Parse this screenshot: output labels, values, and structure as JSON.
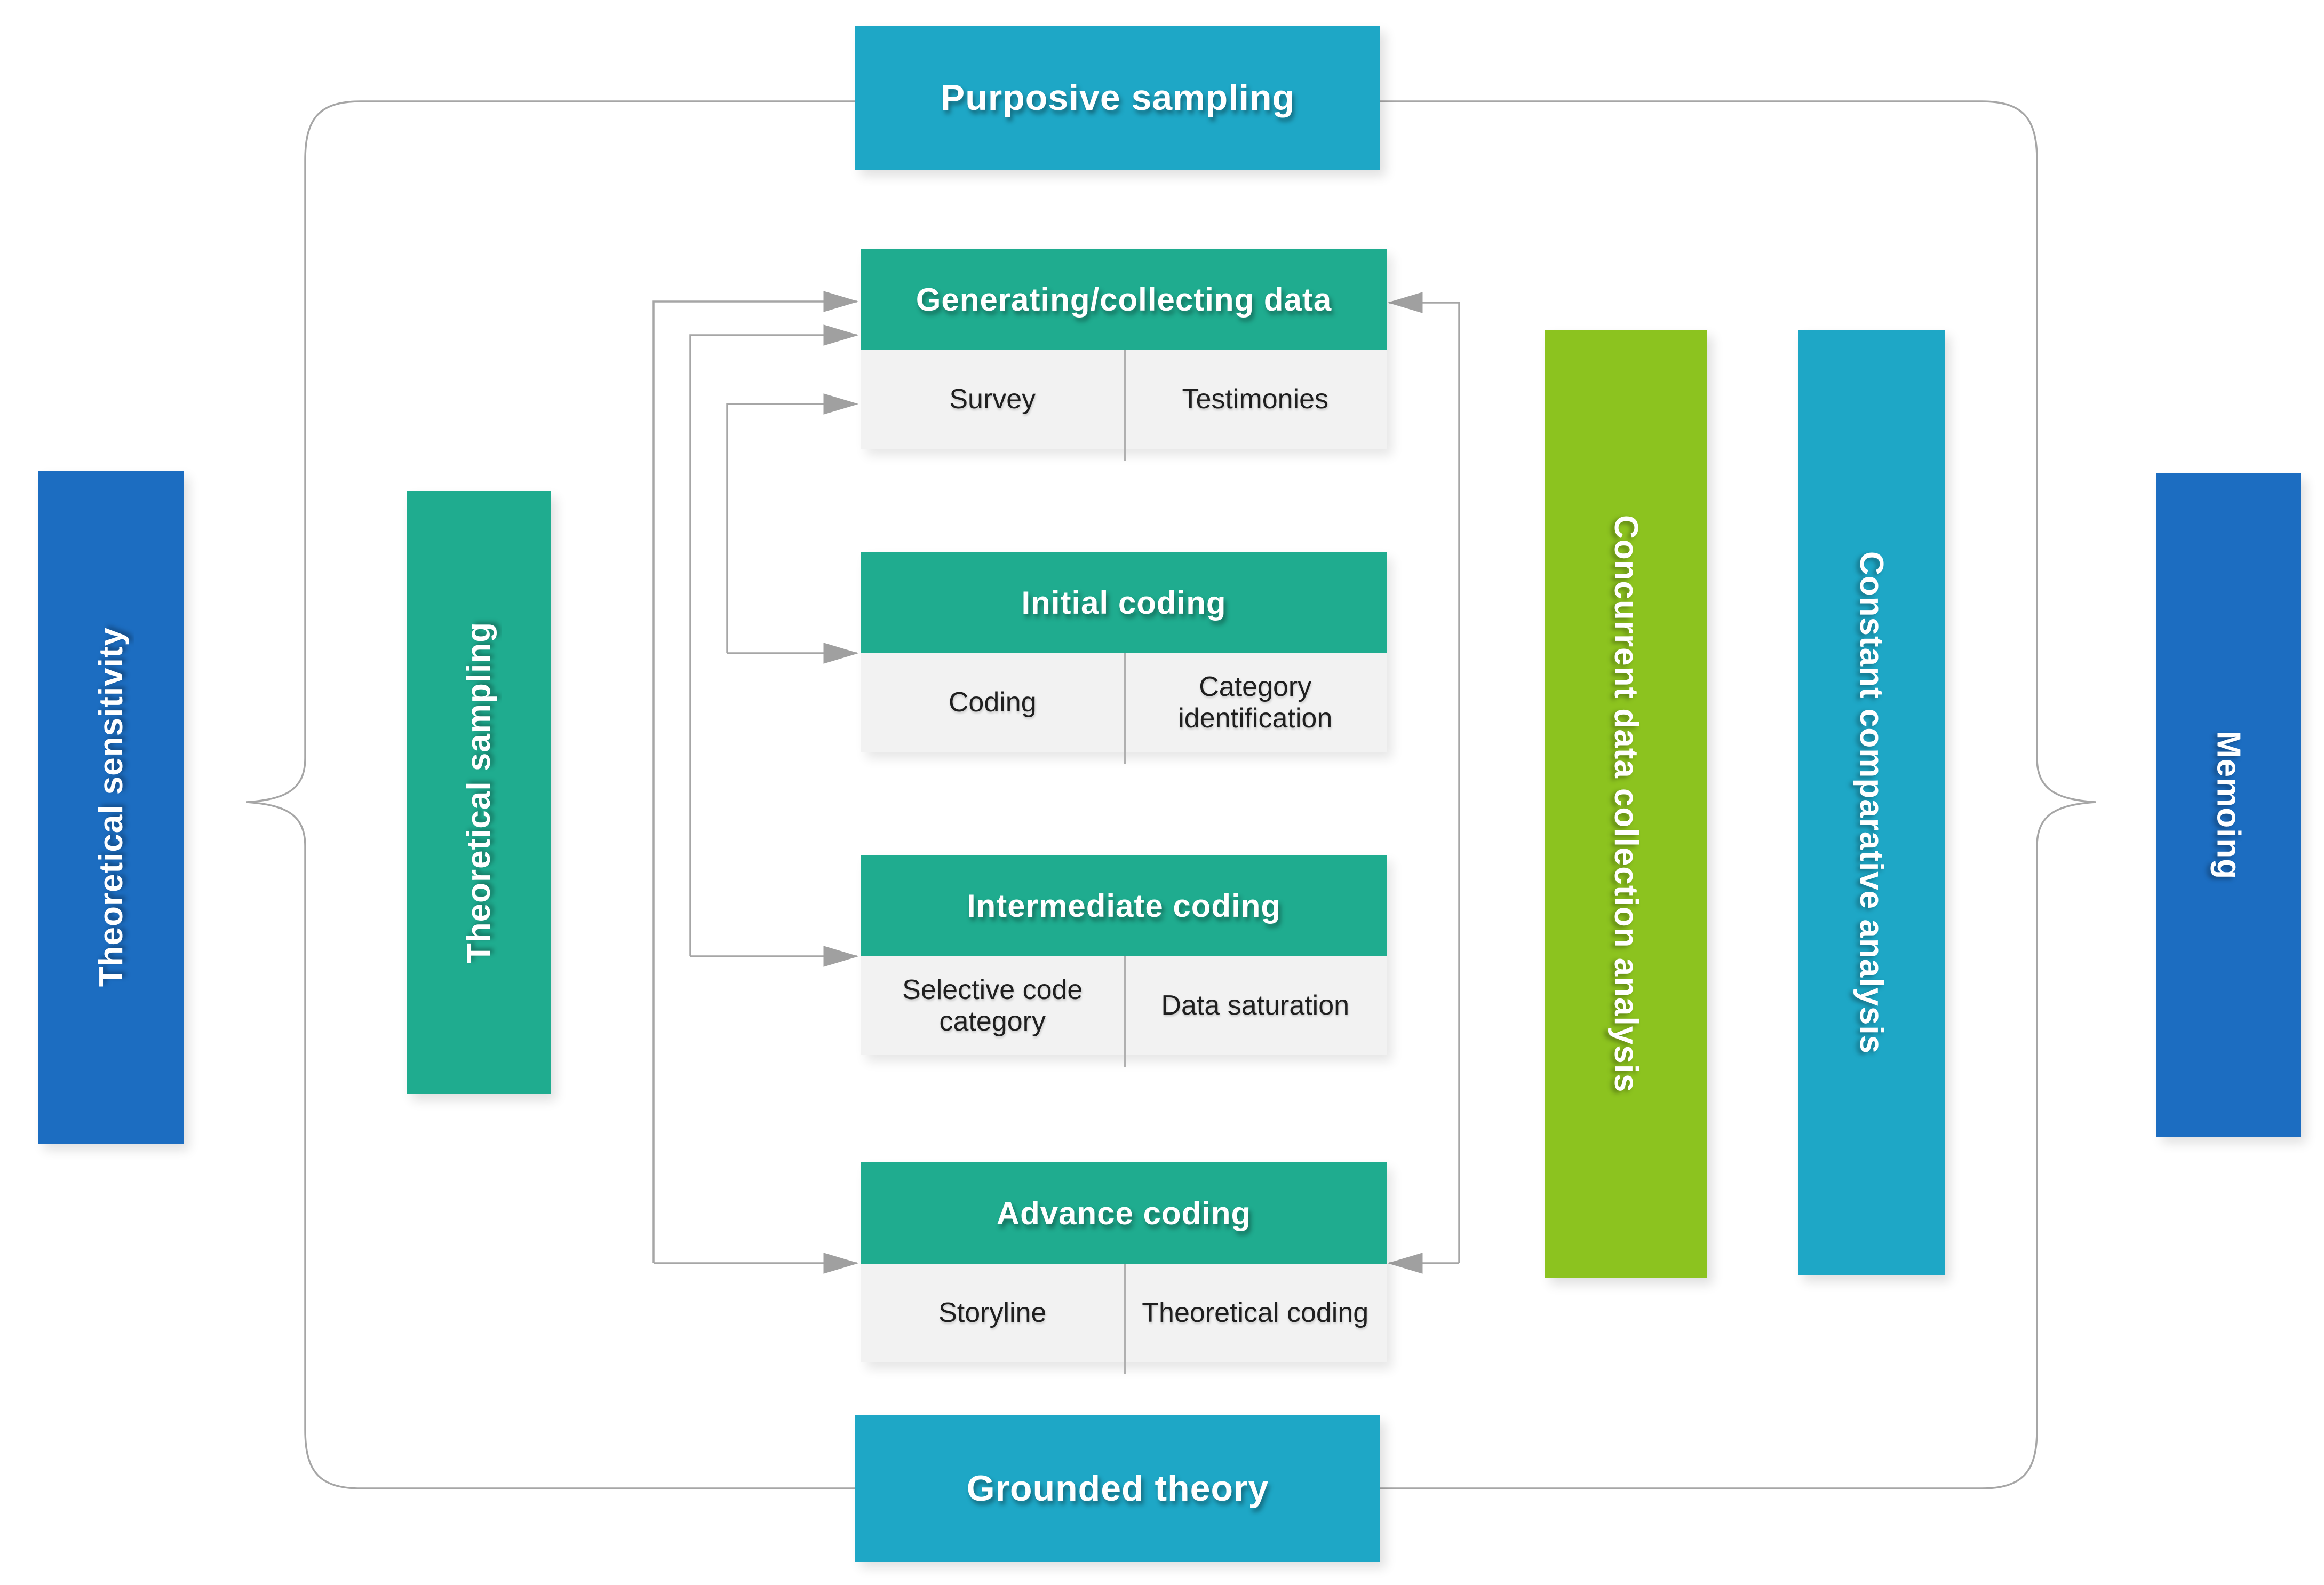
{
  "top_banner": {
    "label": "Purposive sampling"
  },
  "bottom_banner": {
    "label": "Grounded theory"
  },
  "side_bars": {
    "theoretical_sensitivity": {
      "label": "Theoretical sensitivity",
      "color": "#1c6dc1"
    },
    "theoretical_sampling": {
      "label": "Theoretical sampling",
      "color": "#1fac8f"
    },
    "concurrent": {
      "label": "Concurrent data collection analysis",
      "color": "#8cc31f"
    },
    "constant_comparative": {
      "label": "Constant comparative analysis",
      "color": "#1ea7c6"
    },
    "memoing": {
      "label": "Memoing",
      "color": "#1c6dc1"
    }
  },
  "stages": [
    {
      "title": "Generating/collecting data",
      "cells": [
        "Survey",
        "Testimonies"
      ]
    },
    {
      "title": "Initial coding",
      "cells": [
        "Coding",
        "Category identification"
      ]
    },
    {
      "title": "Intermediate coding",
      "cells": [
        "Selective code category",
        "Data saturation"
      ]
    },
    {
      "title": "Advance coding",
      "cells": [
        "Storyline",
        "Theoretical coding"
      ]
    }
  ],
  "colors": {
    "banner_cyan": "#1ea7c6",
    "stage_header_green": "#1fac8f",
    "stage_cell_bg": "#f2f2f2",
    "bar_blue": "#1c6dc1",
    "bar_lime": "#8cc31f",
    "connector_gray": "#a6a6a6"
  }
}
